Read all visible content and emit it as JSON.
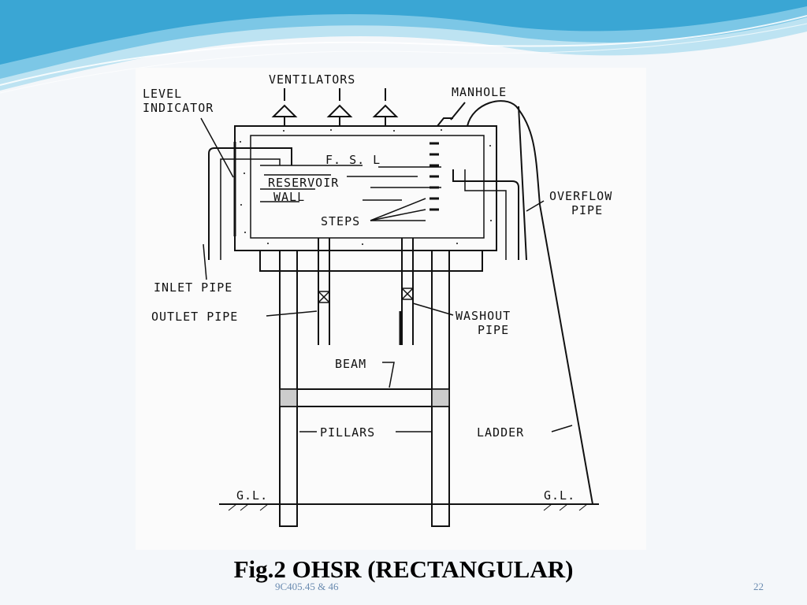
{
  "theme": {
    "wave_dark": "#3aa6d4",
    "wave_light": "#bde3f2",
    "footer_color": "#6a8bb0"
  },
  "diagram": {
    "labels": {
      "ventilators": "VENTILATORS",
      "level_indicator_1": "LEVEL",
      "level_indicator_2": "INDICATOR",
      "manhole": "MANHOLE",
      "fsl": "F. S. L",
      "reservoir_1": "RESERVOIR",
      "reservoir_2": "WALL",
      "steps": "STEPS",
      "overflow_1": "OVERFLOW",
      "overflow_2": "PIPE",
      "inlet_pipe": "INLET PIPE",
      "outlet_pipe": "OUTLET PIPE",
      "washout_1": "WASHOUT",
      "washout_2": "PIPE",
      "beam": "BEAM",
      "pillars": "PILLARS",
      "ladder": "LADDER",
      "gl_left": "G.L.",
      "gl_right": "G.L."
    }
  },
  "caption": "Fig.2 OHSR (RECTANGULAR)",
  "footer": {
    "course_id": "9C405.45 & 46",
    "page_number": "22"
  }
}
